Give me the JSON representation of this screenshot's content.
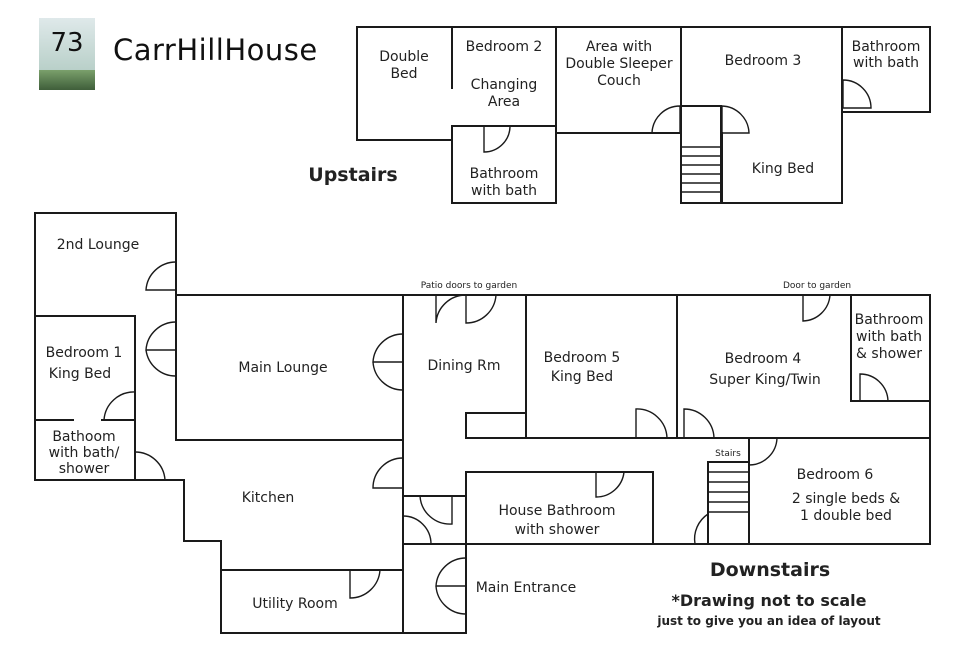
{
  "brand": {
    "number": "73",
    "name": "CarrHillHouse"
  },
  "labels": {
    "upstairs": "Upstairs",
    "downstairs": "Downstairs",
    "note": "*Drawing not to scale",
    "subnote": "just to give you an idea of layout",
    "patio": "Patio doors to garden",
    "door_garden": "Door to garden",
    "stairs": "Stairs"
  },
  "rooms_upstairs": {
    "double_bed": [
      "Double",
      "Bed"
    ],
    "bedroom2": "Bedroom 2",
    "changing": [
      "Changing",
      "Area"
    ],
    "area_sleeper": [
      "Area with",
      "Double Sleeper",
      "Couch"
    ],
    "bedroom3": "Bedroom 3",
    "king_bed": "King Bed",
    "bath_up_right": [
      "Bathroom",
      "with bath"
    ],
    "bath_up_mid": [
      "Bathroom",
      "with bath"
    ]
  },
  "rooms_downstairs": {
    "lounge2": "2nd Lounge",
    "bedroom1": [
      "Bedroom 1",
      "King Bed"
    ],
    "bath1": [
      "Bathoom",
      "with bath/",
      "shower"
    ],
    "main_lounge": "Main Lounge",
    "dining": "Dining Rm",
    "bedroom5": [
      "Bedroom 5",
      "King Bed"
    ],
    "bedroom4": [
      "Bedroom 4",
      "Super King/Twin"
    ],
    "bath4": [
      "Bathroom",
      "with bath",
      "& shower"
    ],
    "kitchen": "Kitchen",
    "house_bath": [
      "House Bathroom",
      "with shower"
    ],
    "bedroom6": [
      "Bedroom 6",
      "2 single beds &",
      "1 double bed"
    ],
    "utility": "Utility Room",
    "main_entrance": "Main Entrance"
  }
}
